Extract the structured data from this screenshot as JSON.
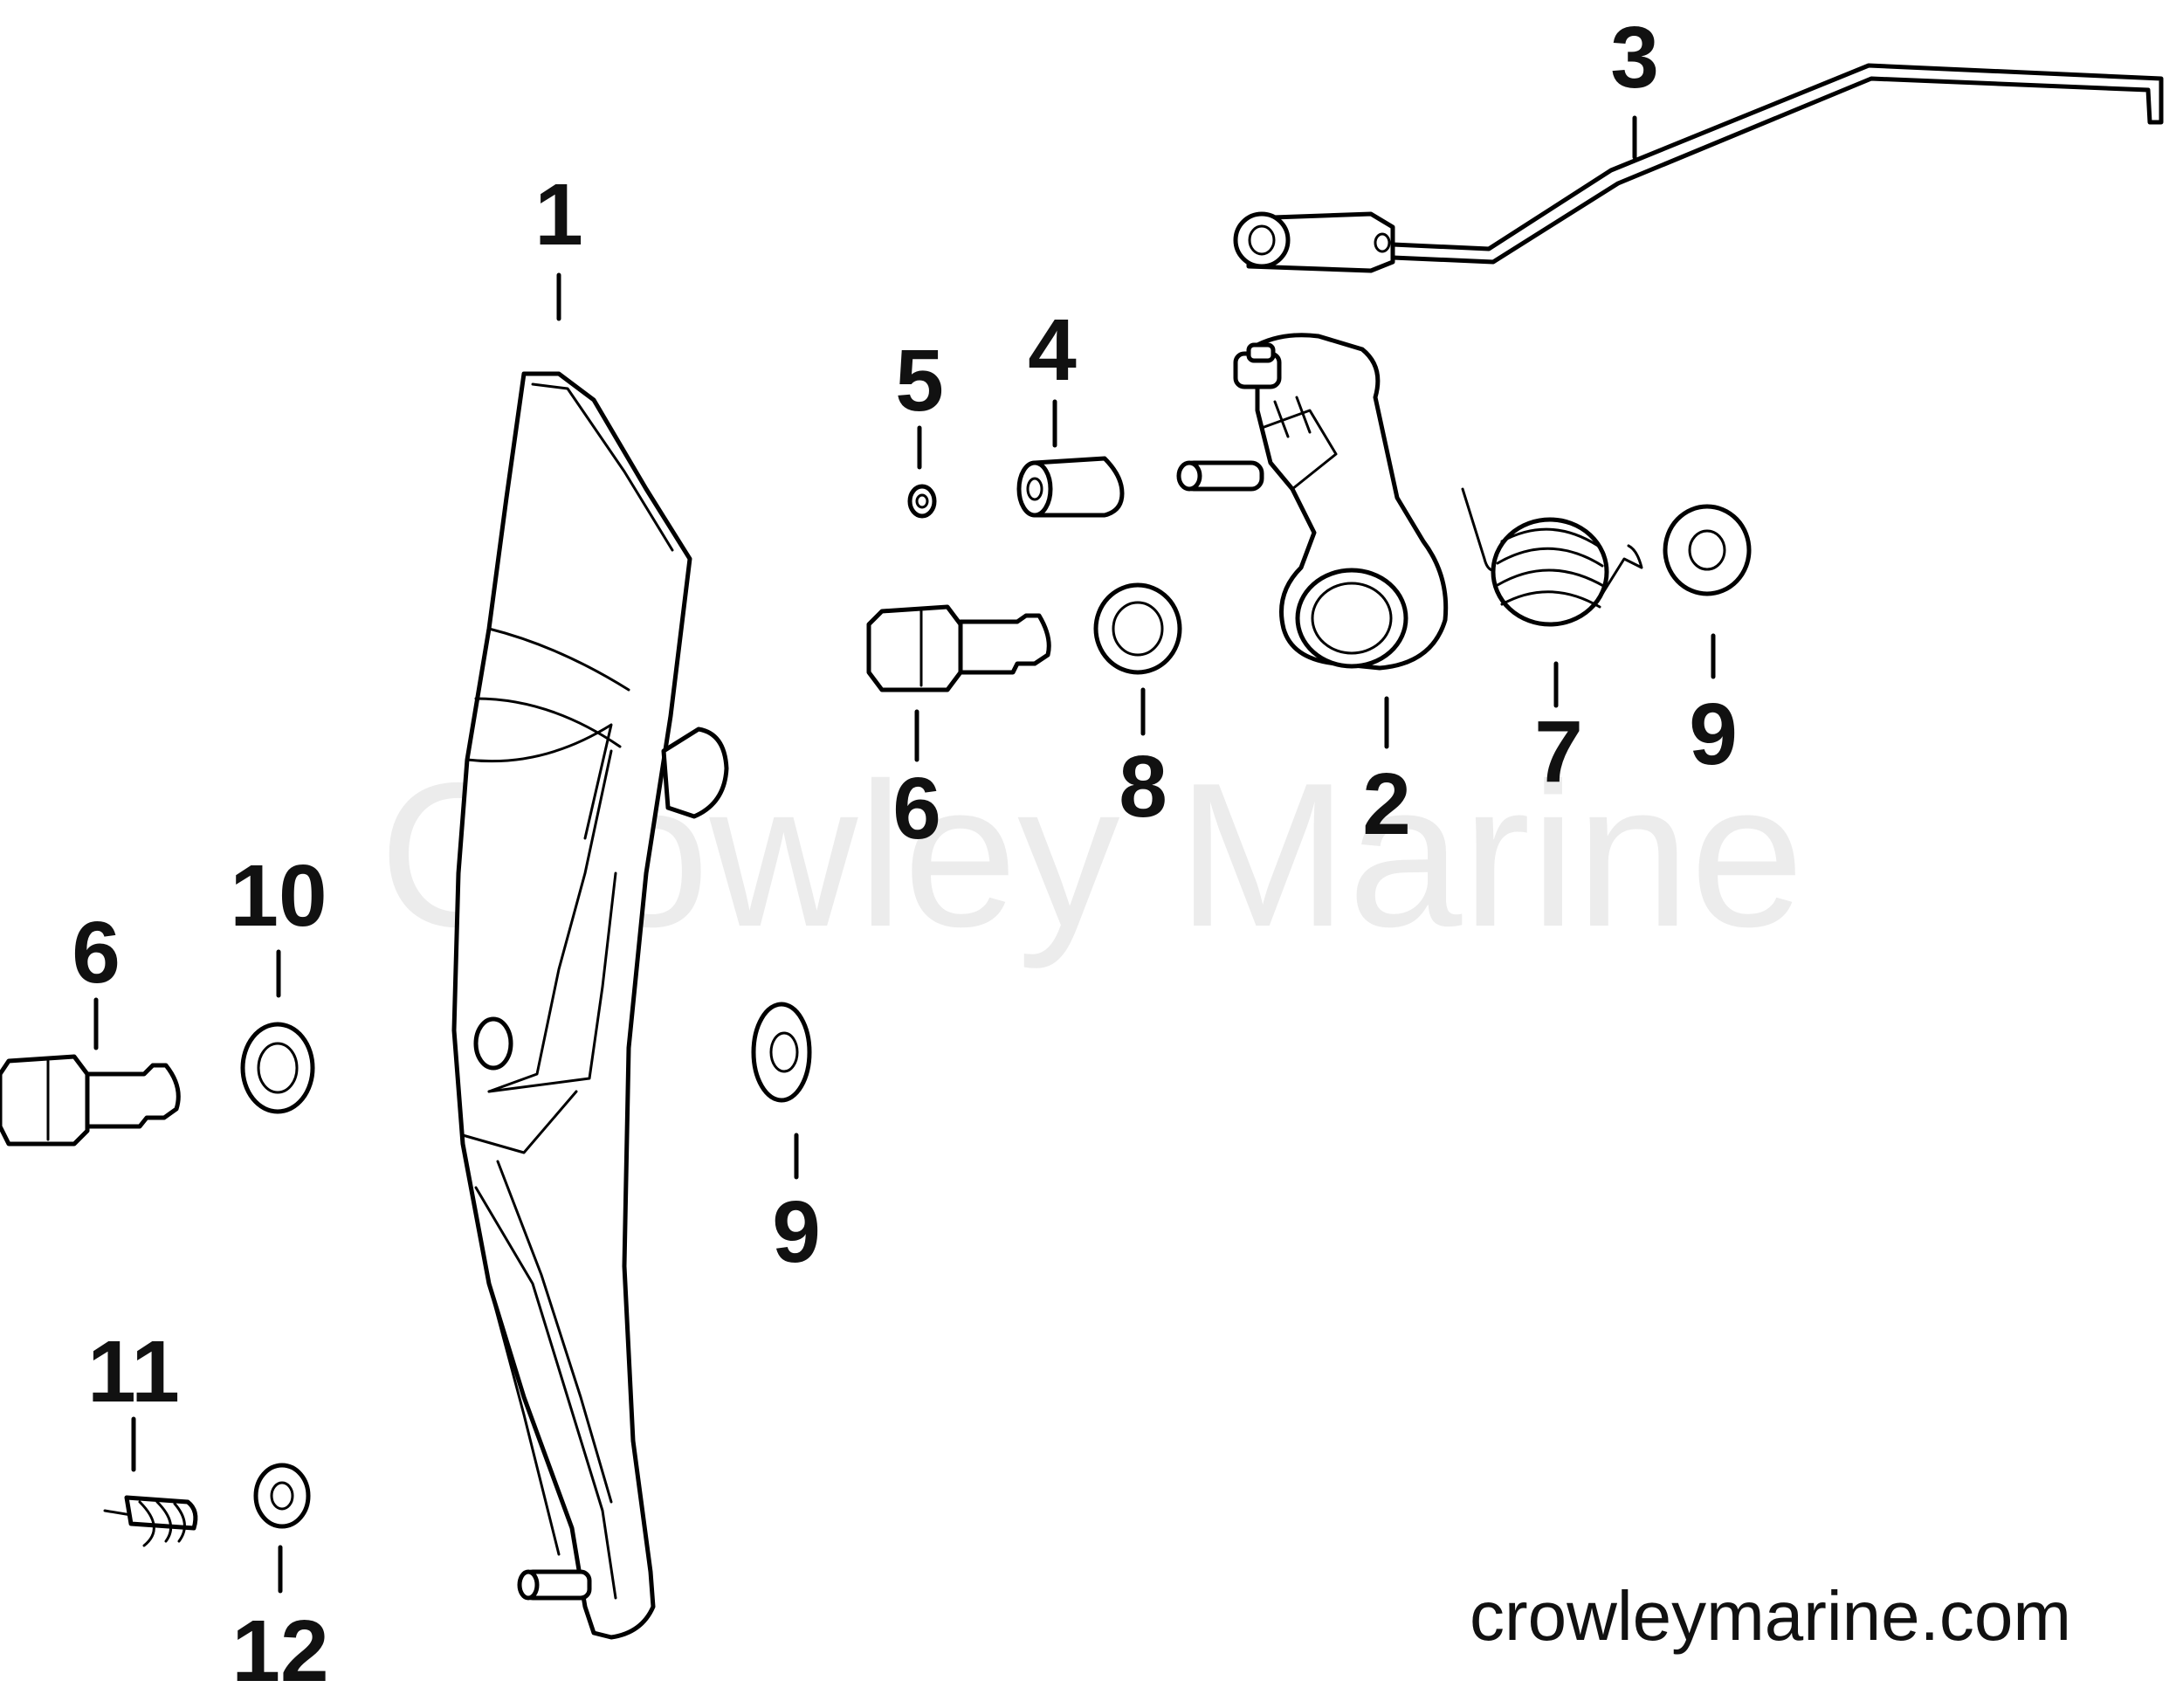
{
  "watermark": "Crowley Marine",
  "website": "crowleymarine.com",
  "callouts": {
    "c1": "1",
    "c2": "2",
    "c3": "3",
    "c4": "4",
    "c5": "5",
    "c6a": "6",
    "c6b": "6",
    "c7": "7",
    "c8": "8",
    "c9a": "9",
    "c9b": "9",
    "c10": "10",
    "c11": "11",
    "c12": "12"
  }
}
